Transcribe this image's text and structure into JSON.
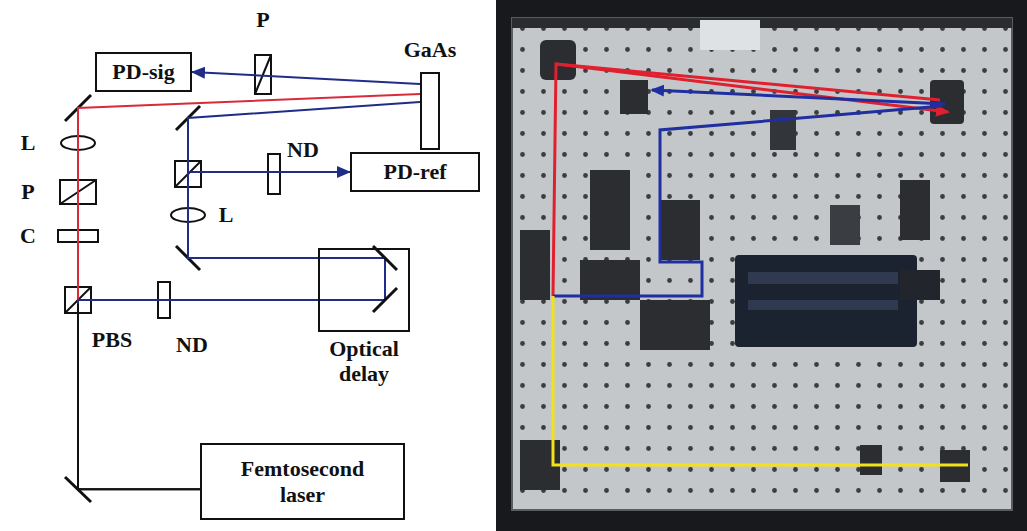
{
  "diagram": {
    "nodes": [
      {
        "text": [
          "PD-sig"
        ]
      },
      {
        "text": [
          "GaAs"
        ]
      },
      {
        "text": [
          "PD-ref"
        ]
      },
      {
        "text": [
          "Optical delay"
        ]
      },
      {
        "text": [
          "Femtosecond laser"
        ]
      }
    ],
    "edges": [
      {
        "from": 4,
        "to": 1,
        "arrow": "none"
      },
      {
        "from": 4,
        "to": 3,
        "arrow": "none"
      },
      {
        "from": 3,
        "to": 1,
        "arrow": "none"
      },
      {
        "from": 3,
        "to": 2,
        "arrow": "to"
      },
      {
        "from": 1,
        "to": 0,
        "arrow": "to"
      }
    ],
    "labels": [
      "P",
      "L",
      "ND",
      "P",
      "L",
      "C",
      "PBS",
      "ND"
    ]
  }
}
